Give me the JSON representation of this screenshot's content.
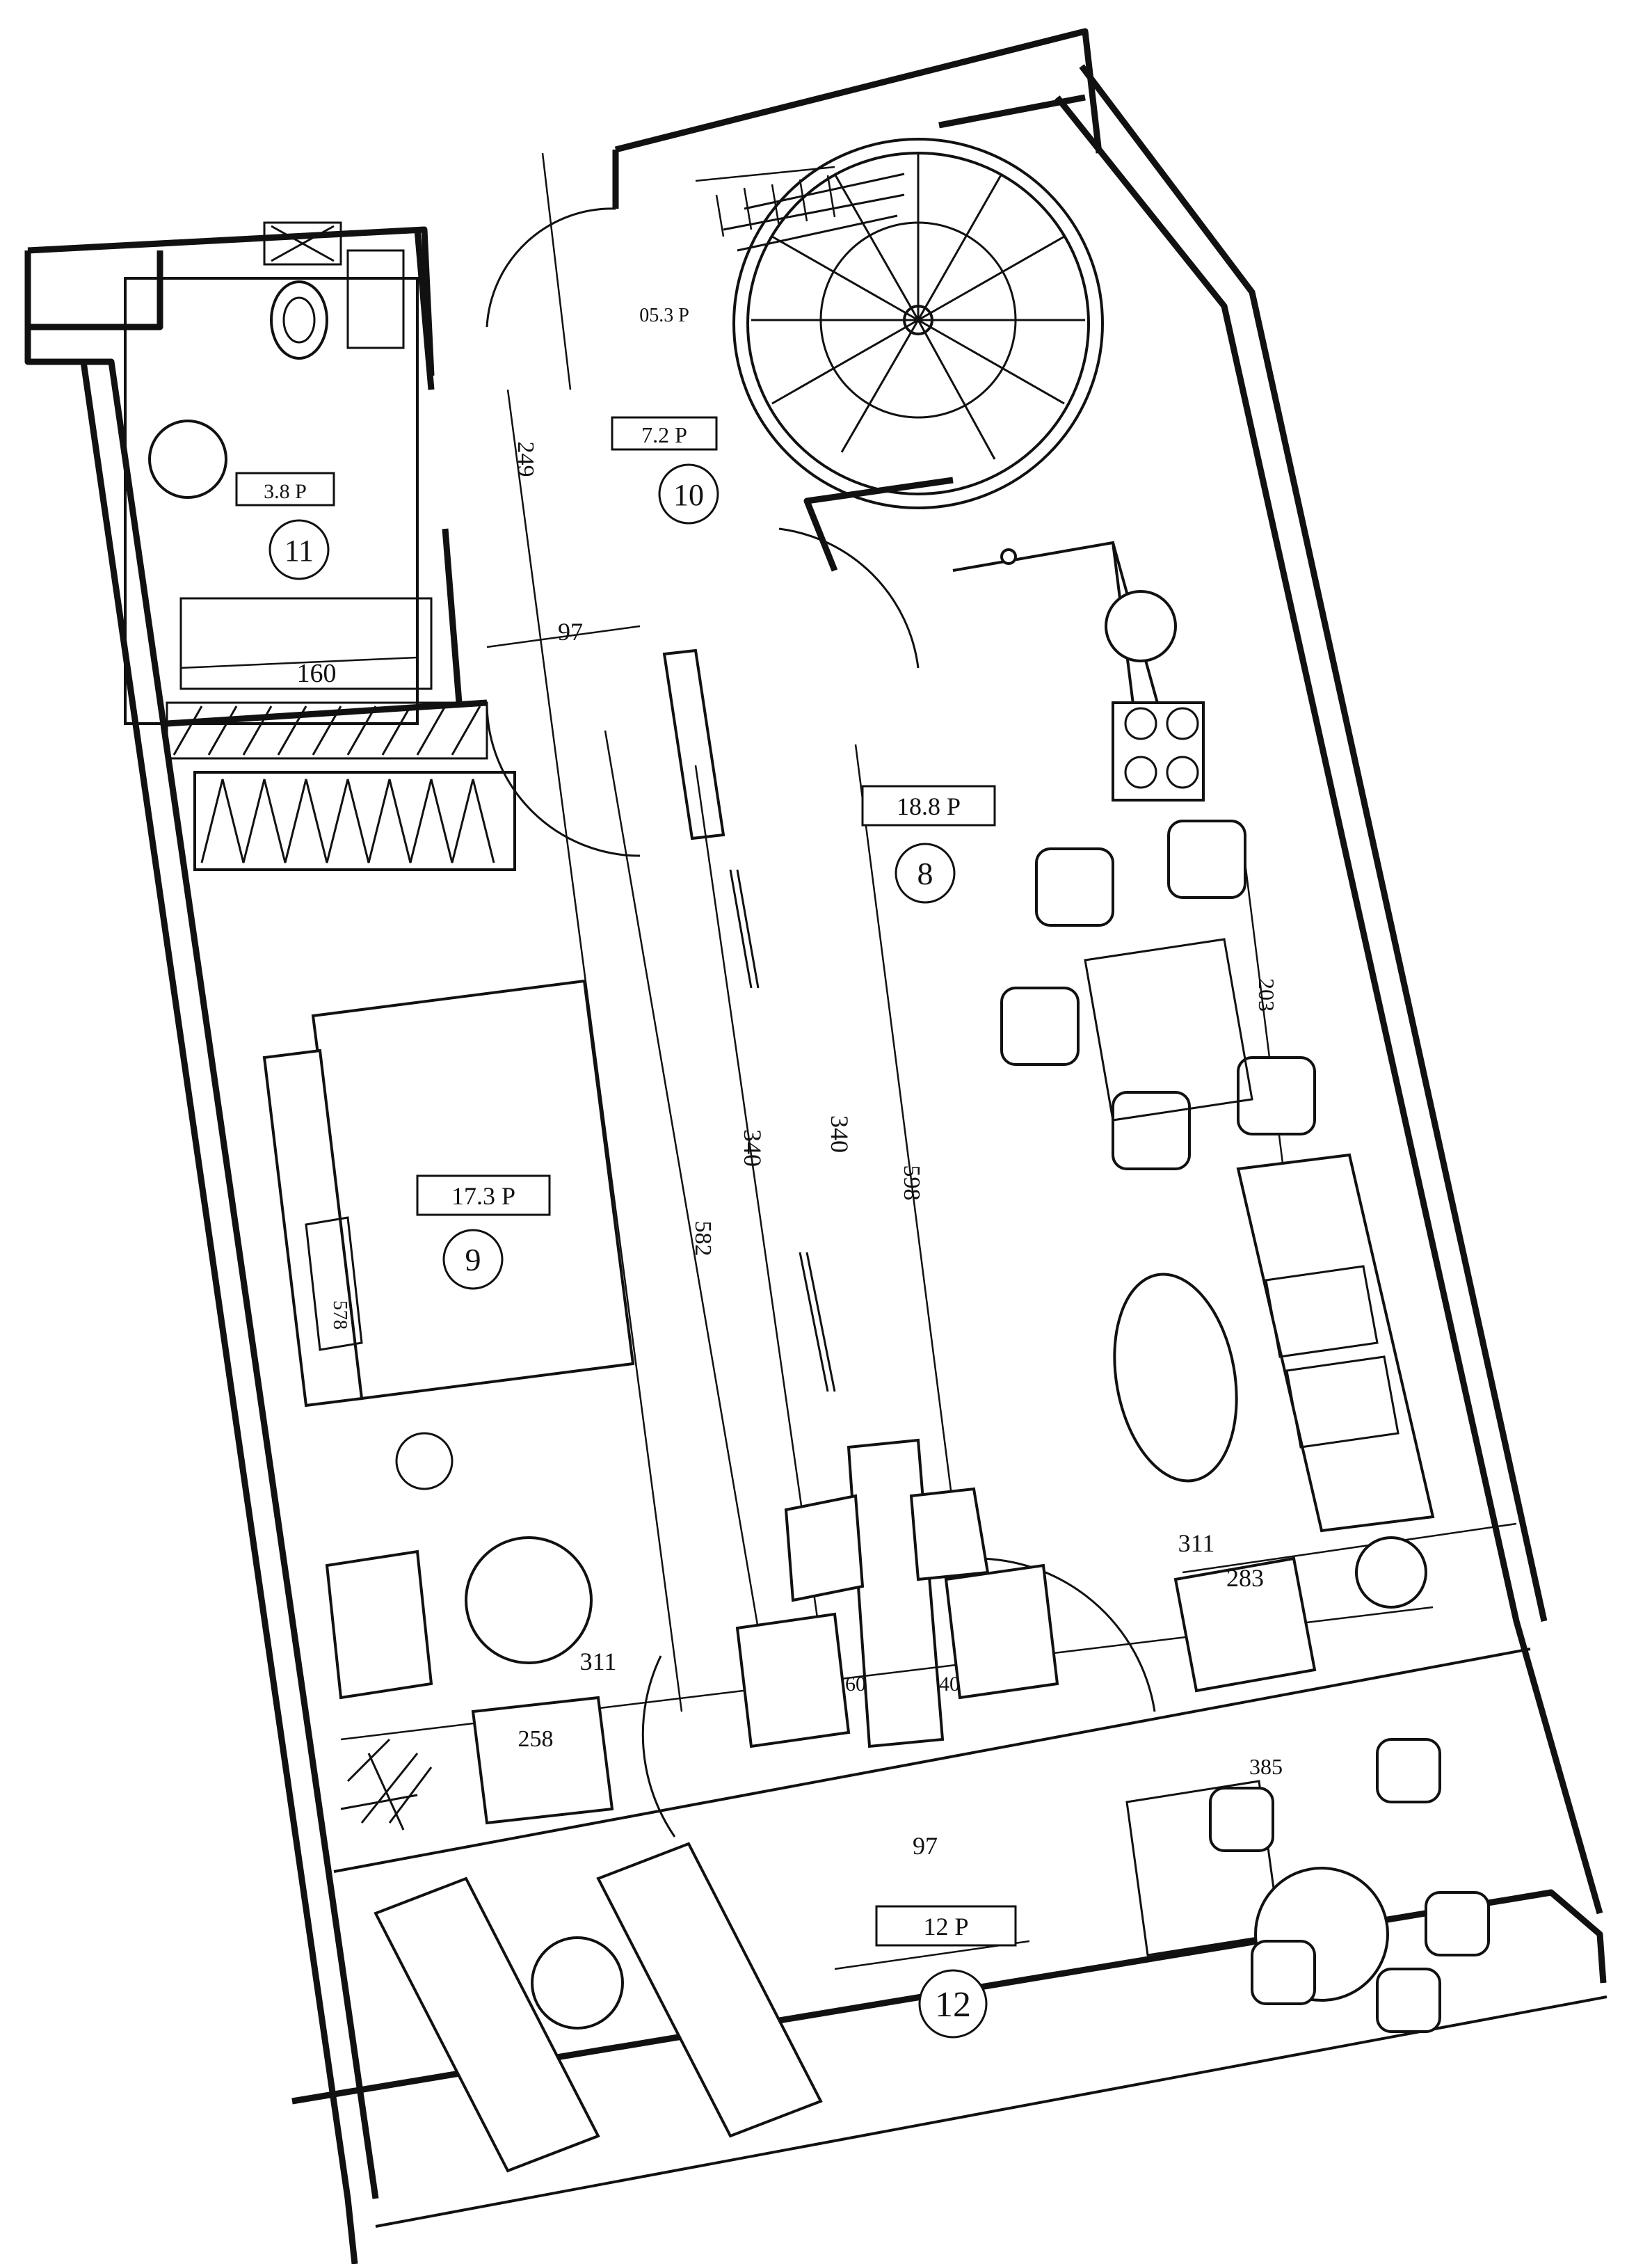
{
  "rooms": [
    {
      "id": "8",
      "area": "18.8 P"
    },
    {
      "id": "9",
      "area": "17.3 P"
    },
    {
      "id": "10",
      "area": "7.2 P"
    },
    {
      "id": "11",
      "area": "3.8 P"
    },
    {
      "id": "12",
      "area": "12 P"
    }
  ],
  "stair_area": "05.3 P",
  "dimensions": {
    "d160": "160",
    "d249": "249",
    "d97a": "97",
    "d340a": "340",
    "d340b": "340",
    "d598": "598",
    "d582": "582",
    "d311a": "311",
    "d311b": "311",
    "d283": "283",
    "d258": "258",
    "d97b": "97",
    "d203": "203",
    "d578": "578",
    "d385": "385",
    "d40": "40",
    "d60": "60"
  }
}
